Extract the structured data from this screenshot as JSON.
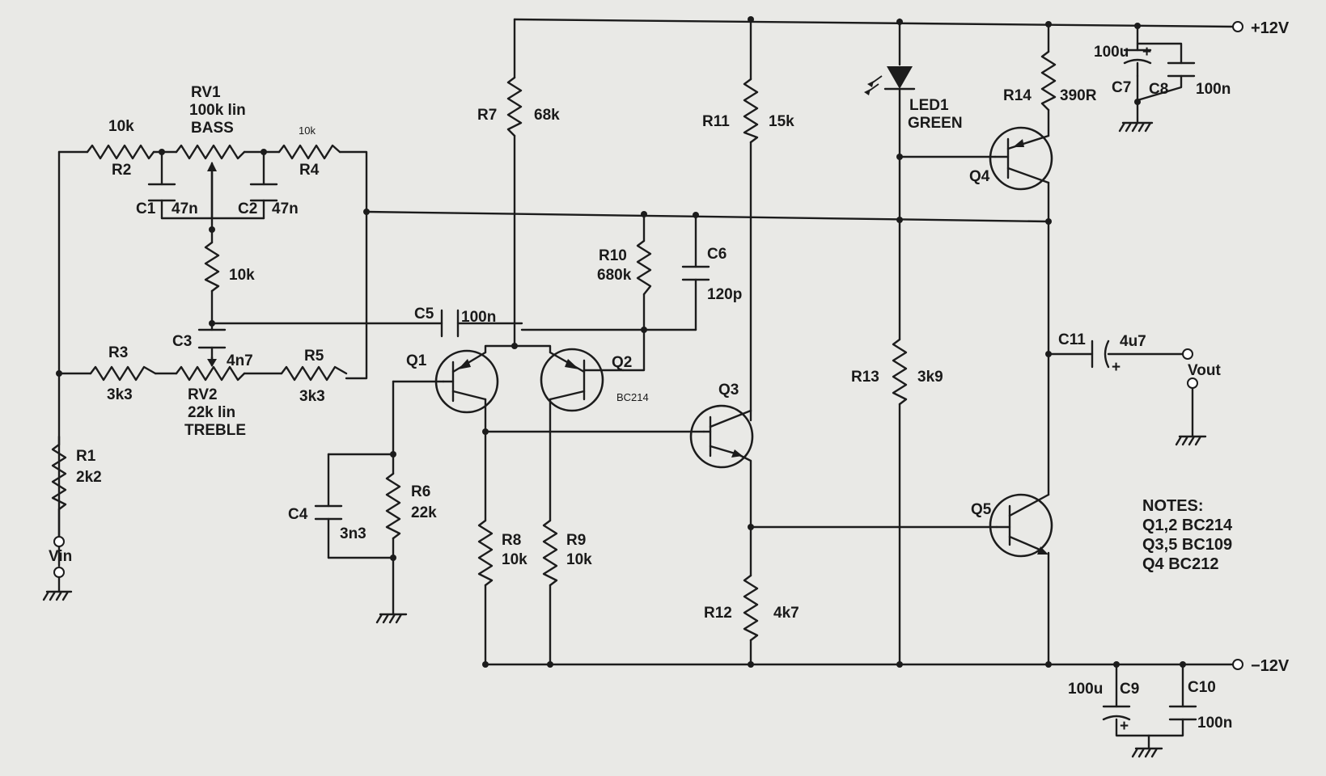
{
  "supply": {
    "pos": "+12V",
    "neg": "−12V"
  },
  "io": {
    "vin": "Vin",
    "vout": "Vout"
  },
  "resistors": {
    "r1": {
      "ref": "R1",
      "value": "2k2"
    },
    "r2": {
      "ref": "R2",
      "value": "10k"
    },
    "r3": {
      "ref": "R3",
      "value": "3k3"
    },
    "r4": {
      "ref": "R4",
      "value": "10k"
    },
    "r5": {
      "ref": "R5",
      "value": "3k3"
    },
    "r6": {
      "ref": "R6",
      "value": "22k"
    },
    "r7": {
      "ref": "R7",
      "value": "68k"
    },
    "r8": {
      "ref": "R8",
      "value": "10k"
    },
    "r9": {
      "ref": "R9",
      "value": "10k"
    },
    "r10": {
      "ref": "R10",
      "value": "680k"
    },
    "r11": {
      "ref": "R11",
      "value": "15k"
    },
    "r12": {
      "ref": "R12",
      "value": "4k7"
    },
    "r13": {
      "ref": "R13",
      "value": "3k9"
    },
    "r14": {
      "ref": "R14",
      "value": "390R"
    },
    "rmid": {
      "value": "10k"
    }
  },
  "pots": {
    "rv1": {
      "ref": "RV1",
      "value": "100k lin",
      "function": "BASS"
    },
    "rv2": {
      "ref": "RV2",
      "value": "22k lin",
      "function": "TREBLE"
    }
  },
  "capacitors": {
    "c1": {
      "ref": "C1",
      "value": "47n"
    },
    "c2": {
      "ref": "C2",
      "value": "47n"
    },
    "c3": {
      "ref": "C3",
      "value": "4n7"
    },
    "c4": {
      "ref": "C4",
      "value": "3n3"
    },
    "c5": {
      "ref": "C5",
      "value": "100n"
    },
    "c6": {
      "ref": "C6",
      "value": "120p"
    },
    "c7": {
      "ref": "C7",
      "value": "100u"
    },
    "c8": {
      "ref": "C8",
      "value": "100n"
    },
    "c9": {
      "ref": "C9",
      "value": "100u"
    },
    "c10": {
      "ref": "C10",
      "value": "100n"
    },
    "c11": {
      "ref": "C11",
      "value": "4u7"
    }
  },
  "led": {
    "ref": "LED1",
    "color": "GREEN"
  },
  "transistors": {
    "q1": {
      "ref": "Q1"
    },
    "q2": {
      "ref": "Q2",
      "part": "BC214"
    },
    "q3": {
      "ref": "Q3"
    },
    "q4": {
      "ref": "Q4"
    },
    "q5": {
      "ref": "Q5"
    }
  },
  "notes": {
    "title": "NOTES:",
    "lines": [
      "Q1,2 BC214",
      "Q3,5 BC109",
      "Q4 BC212"
    ]
  },
  "polarity_mark": "+"
}
